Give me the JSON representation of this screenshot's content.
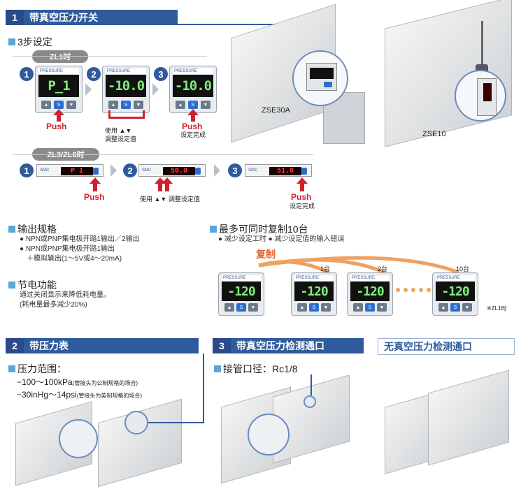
{
  "sec1": {
    "num": "1",
    "title": "带真空压力开关"
  },
  "step3": "3步设定",
  "zl1": "ZL1时",
  "zl3": "ZL3/ZL6时",
  "nums": [
    "1",
    "2",
    "3"
  ],
  "g_disp": [
    "P_1",
    "-10.0",
    "-10.0"
  ],
  "g_header": "PRESSURE",
  "g_btn_s": "S",
  "g_btn_up": "▲",
  "g_btn_dn": "▼",
  "push": "Push",
  "use": "使用",
  "adjust": "调整设定值",
  "done": "设定完成",
  "strip_disp": [
    "P 1",
    "50.0",
    "51.0"
  ],
  "strip_use_line": "使用 ▲▼ 调整设定值",
  "label_zse30a": "ZSE30A",
  "label_zse10": "ZSE10",
  "output": {
    "title": "输出规格",
    "l1": "● NPN或PNP集电极开路1输出／2输出",
    "l2": "● NPN或PNP集电极开路1输出",
    "l3": "＋模拟输出(1～5V或4～20mA)"
  },
  "energy": {
    "title": "节电功能",
    "l1": "通过关闭显示来降低耗电量。",
    "l2": "(耗电量最多减少20%)"
  },
  "copy": {
    "title": "最多可同时复制10台",
    "bullets": "● 减少设定工时  ● 减少设定值的输入错误",
    "label": "复制",
    "units": [
      "1台",
      "2台",
      "10台"
    ],
    "disp": "-120",
    "note": "※ZL1时"
  },
  "sec2": {
    "num": "2",
    "title": "带压力表"
  },
  "range": {
    "title": "压力范围：",
    "l1_main": "−100～100kPa",
    "l1_sub": "(管接头为公制规格的场合)",
    "l2_main": "−30inHg～14psi",
    "l2_sub": "(管接头为英制规格的场合)"
  },
  "sec3": {
    "num": "3",
    "title": "带真空压力检测通口"
  },
  "port": "接管口径：Rc1/8",
  "sec4": {
    "title": "无真空压力检测通口"
  }
}
